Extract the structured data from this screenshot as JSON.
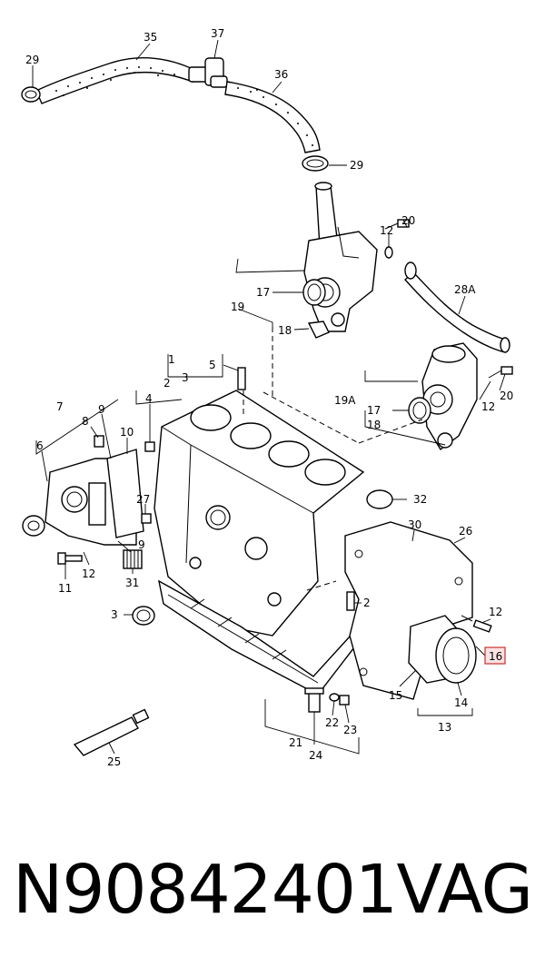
{
  "callouts": [
    "29",
    "35",
    "37",
    "36",
    "29",
    "12",
    "20",
    "28A",
    "17",
    "19",
    "18",
    "1",
    "2",
    "3",
    "5",
    "4",
    "7",
    "8",
    "9",
    "10",
    "6",
    "19A",
    "17",
    "18",
    "12",
    "20",
    "27",
    "32",
    "30",
    "26",
    "11",
    "12",
    "31",
    "9",
    "3",
    "2",
    "12",
    "16",
    "15",
    "14",
    "13",
    "22",
    "23",
    "21",
    "24",
    "25"
  ],
  "footer": {
    "part_number": "N90842401",
    "brand": "VAG"
  },
  "highlight_callout": "16",
  "colors": {
    "highlight_fill": "#fde3e3",
    "highlight_stroke": "#c9302c"
  }
}
